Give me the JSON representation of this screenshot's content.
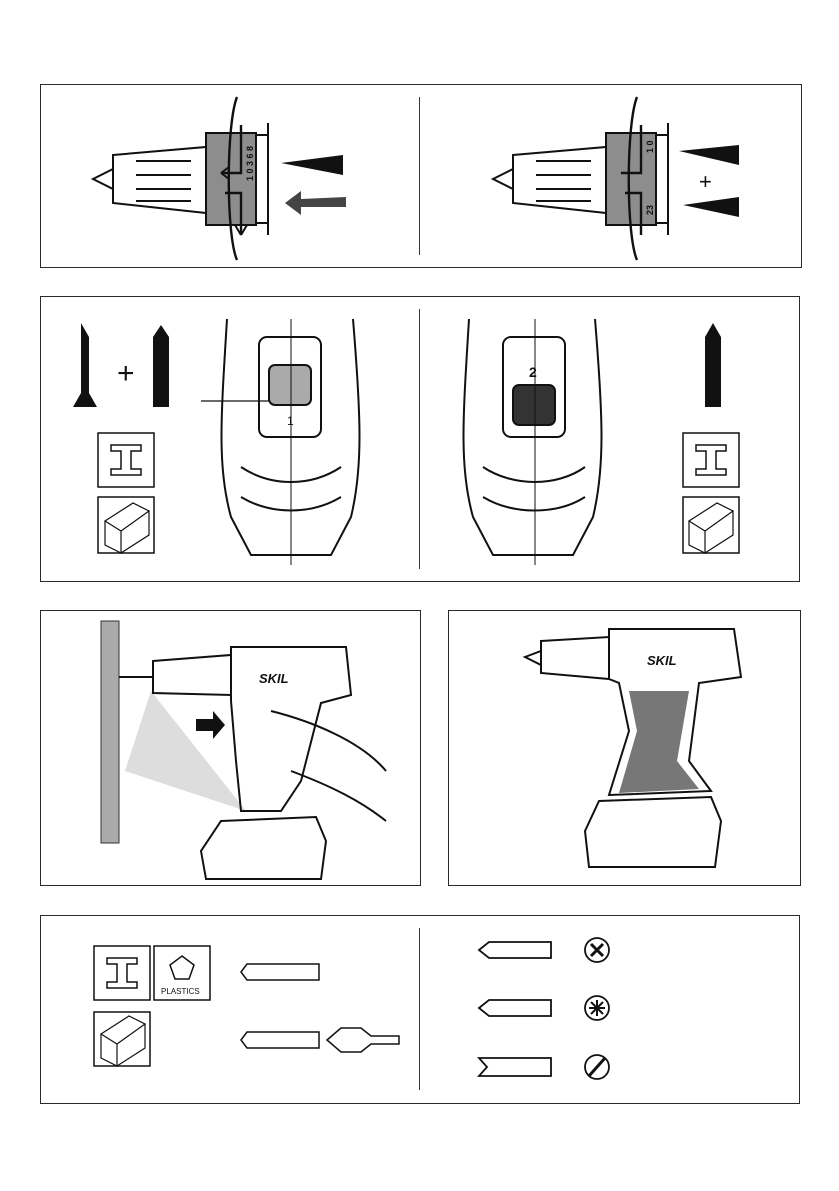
{
  "figures": {
    "chuck": {
      "left_scale": "1 0 3 6 8",
      "right_scale_top": "1 0",
      "right_scale_bottom": "23",
      "plus": "+"
    },
    "gear": {
      "plus": "+",
      "switch_label_1": "1",
      "switch_label_2": "2"
    },
    "drill_use": {
      "brand": "SKIL"
    },
    "drill_side": {
      "brand": "SKIL"
    },
    "bits": {
      "plastics_label": "PLASTICS"
    }
  }
}
